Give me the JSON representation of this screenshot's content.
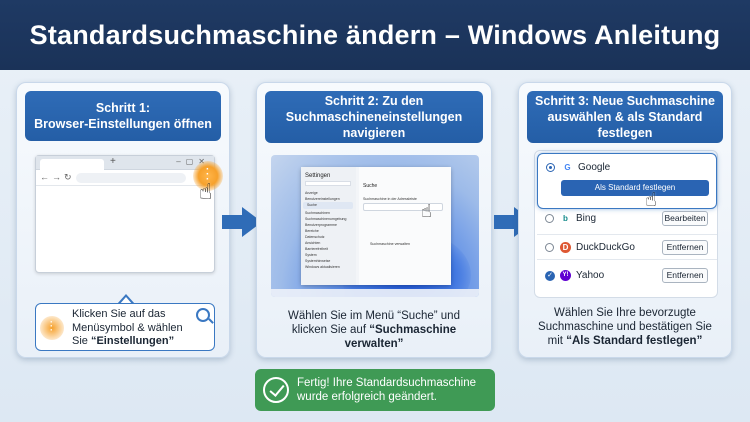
{
  "header": {
    "title": "Standardsuchmaschine ändern – Windows Anleitung"
  },
  "steps": [
    {
      "title_line1": "Schritt 1:",
      "title_line2": "Browser-Einstellungen öffnen",
      "tip_part1": "Klicken Sie auf das Menüsymbol & wählen Sie ",
      "tip_bold": "“Einstellungen”"
    },
    {
      "title_line1": "Schritt 2: Zu den",
      "title_line2": "Suchmaschineneinstellungen",
      "title_line3": "navigieren",
      "desc_part1": "Wählen Sie im Menü “Suche” und klicken Sie auf ",
      "desc_bold": "“Suchmaschine verwalten”",
      "settings": {
        "title": "Settingen",
        "items": [
          "Anzeige",
          "Benutzereinstellungen",
          "Suche",
          "Suchmaschinen",
          "Suchmaschinenumgebung",
          "Benutzerprogramme",
          "Bereiche",
          "Datenschutz",
          "Ansichten",
          "Barrierefreiheit",
          "System",
          "Systemhinweise",
          "Windows aktualisieren"
        ],
        "main_heading": "Suche",
        "main_label": "Suchmaschine in der Adressleiste",
        "manage_button": "Suchmaschine verwalten"
      }
    },
    {
      "title_line1": "Schritt 3: Neue Suchmaschine",
      "title_line2": "auswählen & als Standard",
      "title_line3": "festlegen",
      "desc_part1": "Wählen Sie Ihre bevorzugte Suchmaschine und bestätigen Sie mit ",
      "desc_bold": "“Als Standard festlegen”",
      "engines": [
        {
          "name": "Google",
          "icon": "G"
        },
        {
          "name": "Bing",
          "icon": "b",
          "button": "Bearbeiten"
        },
        {
          "name": "DuckDuckGo",
          "icon": "D",
          "button": "Entfernen"
        },
        {
          "name": "Yahoo",
          "icon": "Y!",
          "button": "Entfernen"
        }
      ],
      "set_default_label": "Als Standard festlegen"
    }
  ],
  "success": {
    "text": "Fertig! Ihre Standardsuchmaschine wurde erfolgreich geändert."
  },
  "colors": {
    "header": "#1f3a64",
    "accent": "#2f6cb7",
    "success": "#3f9a55",
    "highlight": "#f6a12c"
  }
}
